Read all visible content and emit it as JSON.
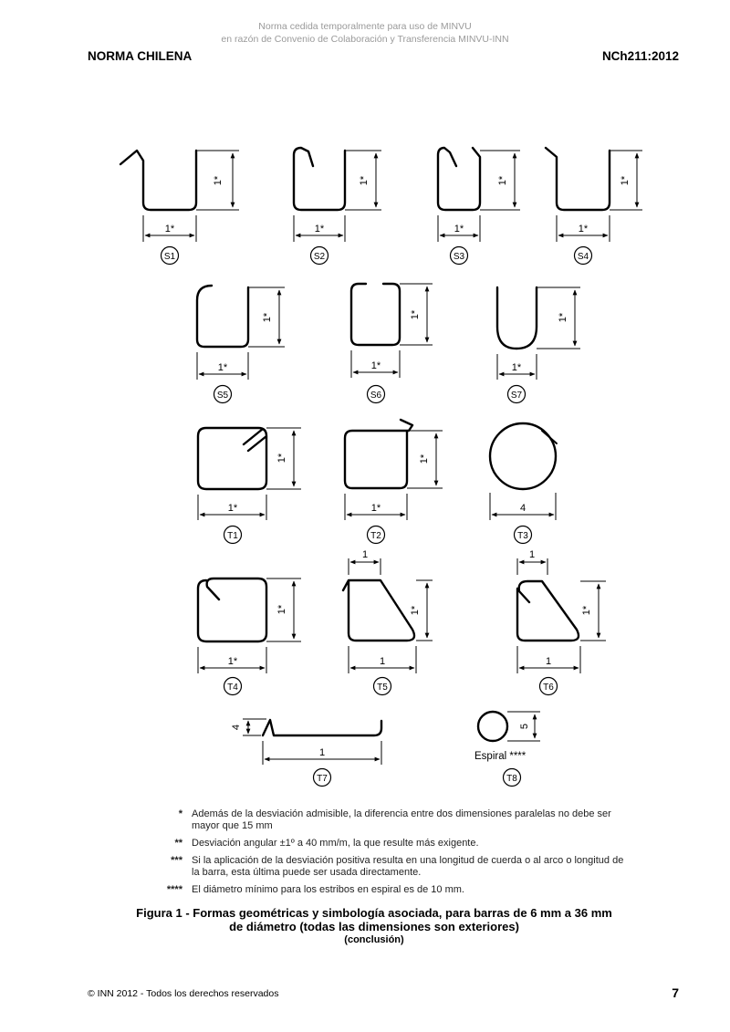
{
  "watermark": {
    "line1": "Norma cedida temporalmente para uso de MINVU",
    "line2": "en razón de Convenio de Colaboración y Transferencia MINVU-INN"
  },
  "header": {
    "left": "NORMA CHILENA",
    "right": "NCh211:2012"
  },
  "shapes": {
    "S1": "S1",
    "S2": "S2",
    "S3": "S3",
    "S4": "S4",
    "S5": "S5",
    "S6": "S6",
    "S7": "S7",
    "T1": "T1",
    "T2": "T2",
    "T3": "T3",
    "T4": "T4",
    "T5": "T5",
    "T6": "T6",
    "T7": "T7",
    "T8": "T8"
  },
  "dim_labels": {
    "one_star": "1*",
    "four": "4",
    "one": "1",
    "five": "5",
    "espiral": "Espiral ****"
  },
  "notes": [
    {
      "mark": "*",
      "text": "Además de la desviación admisible, la diferencia entre dos dimensiones paralelas no debe ser mayor que 15 mm"
    },
    {
      "mark": "**",
      "text": "Desviación angular ±1º a 40 mm/m, la que resulte más exigente."
    },
    {
      "mark": "***",
      "text": "Si la aplicación de la desviación positiva resulta en una longitud de cuerda o al arco o longitud de la barra, esta última puede ser usada directamente."
    },
    {
      "mark": "****",
      "text": "El diámetro mínimo para los estribos en espiral es de 10 mm."
    }
  ],
  "caption": {
    "line1": "Figura 1 - Formas geométricas y simbología asociada, para barras de 6 mm a 36 mm",
    "line2": "de diámetro (todas las dimensiones son exteriores)",
    "line3": "(conclusión)"
  },
  "footer": {
    "copyright": "© INN 2012 - Todos los derechos reservados",
    "page": "7"
  }
}
